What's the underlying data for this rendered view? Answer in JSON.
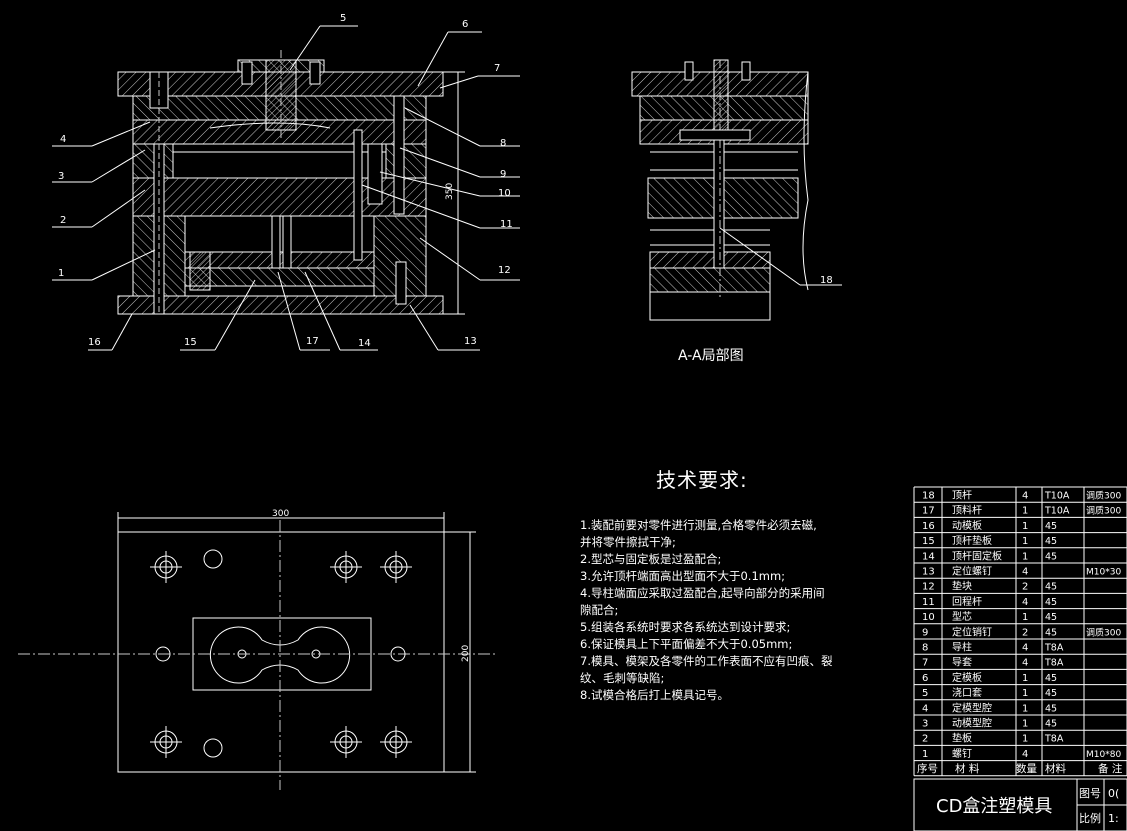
{
  "colors": {
    "background": "#000000",
    "line": "#ffffff",
    "hatch": "#ffffff",
    "center": "#c8c8c8"
  },
  "callouts": [
    "1",
    "2",
    "3",
    "4",
    "5",
    "6",
    "7",
    "8",
    "9",
    "10",
    "11",
    "12",
    "13",
    "14",
    "15",
    "16",
    "17",
    "18"
  ],
  "dimensions": {
    "height": "350",
    "plan_width": "300",
    "plan_height": "200"
  },
  "section_caption": "A-A局部图",
  "tech": {
    "title": "技术要求:",
    "items": [
      "1.装配前要对零件进行测量,合格零件必须去磁,",
      "并将零件擦拭干净;",
      "2.型芯与固定板是过盈配合;",
      "3.允许顶杆端面高出型面不大于0.1mm;",
      "4.导柱端面应采取过盈配合,起导向部分的采用间",
      "隙配合;",
      "5.组装各系统时要求各系统达到设计要求;",
      "6.保证模具上下平面偏差不大于0.05mm;",
      "7.模具、模架及各零件的工作表面不应有凹痕、裂",
      "纹、毛刺等缺陷;",
      "8.试模合格后打上模具记号。"
    ]
  },
  "bom": {
    "header": [
      "序号",
      "材 料",
      "数量",
      "材料",
      "备 注"
    ],
    "rows": [
      [
        "18",
        "顶杆",
        "4",
        "T10A",
        "调质300"
      ],
      [
        "17",
        "顶料杆",
        "1",
        "T10A",
        "调质300"
      ],
      [
        "16",
        "动模板",
        "1",
        "45",
        ""
      ],
      [
        "15",
        "顶杆垫板",
        "1",
        "45",
        ""
      ],
      [
        "14",
        "顶杆固定板",
        "1",
        "45",
        ""
      ],
      [
        "13",
        "定位螺钉",
        "4",
        "",
        "M10*30"
      ],
      [
        "12",
        "垫块",
        "2",
        "45",
        ""
      ],
      [
        "11",
        "回程杆",
        "4",
        "45",
        ""
      ],
      [
        "10",
        "型芯",
        "1",
        "45",
        ""
      ],
      [
        "9",
        "定位销钉",
        "2",
        "45",
        "调质300"
      ],
      [
        "8",
        "导柱",
        "4",
        "T8A",
        ""
      ],
      [
        "7",
        "导套",
        "4",
        "T8A",
        ""
      ],
      [
        "6",
        "定模板",
        "1",
        "45",
        ""
      ],
      [
        "5",
        "浇口套",
        "1",
        "45",
        ""
      ],
      [
        "4",
        "定模型腔",
        "1",
        "45",
        ""
      ],
      [
        "3",
        "动模型腔",
        "1",
        "45",
        ""
      ],
      [
        "2",
        "垫板",
        "1",
        "T8A",
        ""
      ],
      [
        "1",
        "螺钉",
        "4",
        "",
        "M10*80"
      ]
    ]
  },
  "title_block": {
    "name": "CD盒注塑模具",
    "drawing_no_label": "图号",
    "drawing_no_value": "0(",
    "scale_label": "比例",
    "scale_value": "1:"
  }
}
